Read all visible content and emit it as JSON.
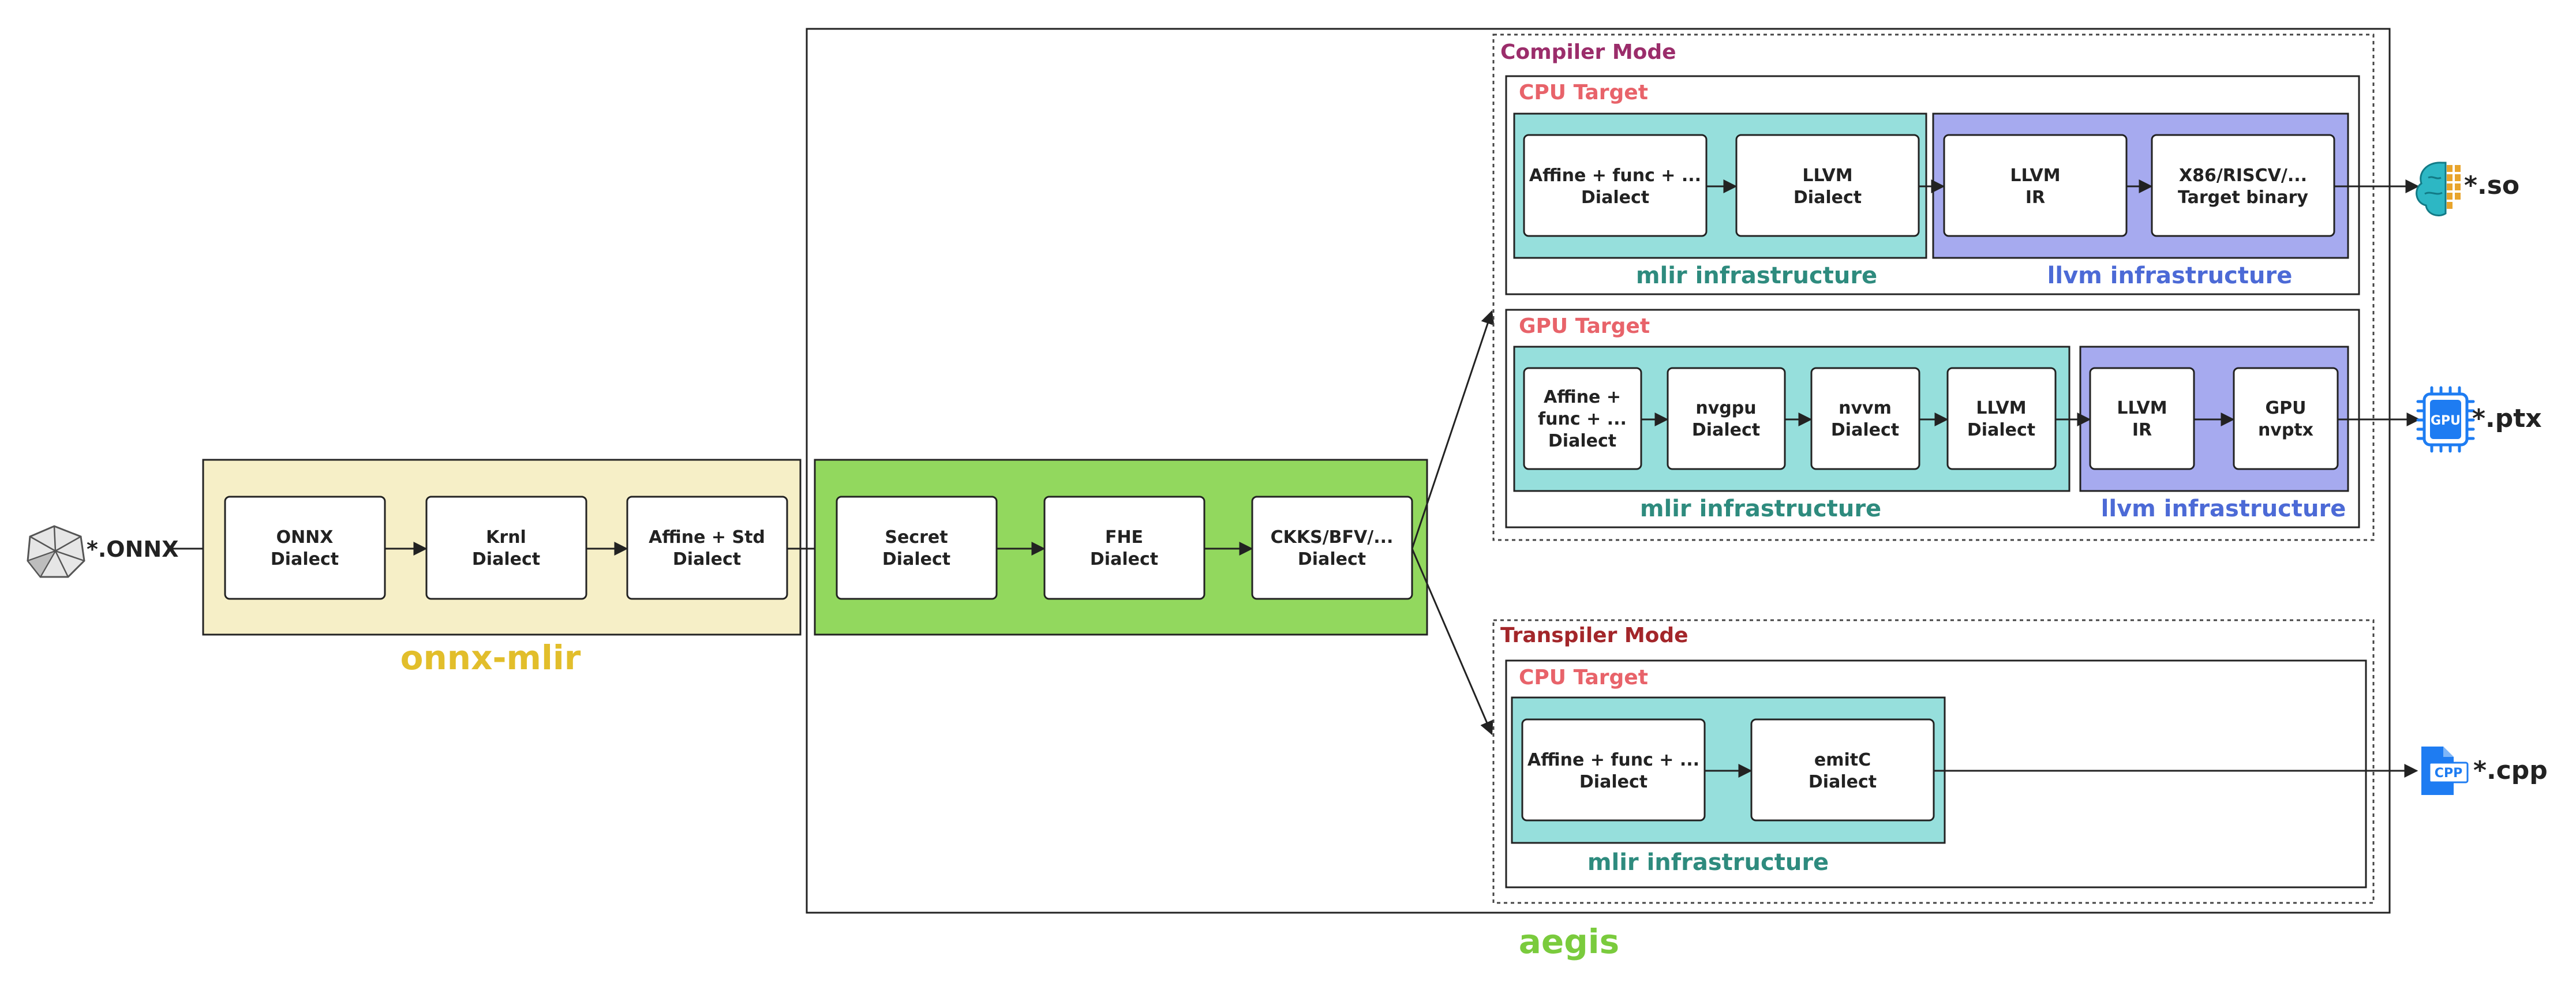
{
  "input": {
    "label": "*.ONNX",
    "icon": "onnx-model-icon"
  },
  "onnx_mlir": {
    "label": "onnx-mlir",
    "color": "#E2BE2B",
    "fill": "#F6EFC7",
    "nodes": [
      {
        "line1": "ONNX",
        "line2": "Dialect"
      },
      {
        "line1": "Krnl",
        "line2": "Dialect"
      },
      {
        "line1": "Affine + Std",
        "line2": "Dialect"
      }
    ]
  },
  "aegis": {
    "label": "aegis",
    "color": "#7ACB3D",
    "fill": "#92D85E",
    "nodes": [
      {
        "line1": "Secret",
        "line2": "Dialect"
      },
      {
        "line1": "FHE",
        "line2": "Dialect"
      },
      {
        "line1": "CKKS/BFV/...",
        "line2": "Dialect"
      }
    ]
  },
  "compiler_mode": {
    "label": "Compiler Mode",
    "color": "#9B2D6B",
    "cpu_target": {
      "label": "CPU Target",
      "mlir_label": "mlir infrastructure",
      "llvm_label": "llvm infrastructure",
      "nodes": [
        {
          "line1": "Affine + func + ...",
          "line2": "Dialect"
        },
        {
          "line1": "LLVM",
          "line2": "Dialect"
        },
        {
          "line1": "LLVM",
          "line2": "IR"
        },
        {
          "line1": "X86/RISCV/...",
          "line2": "Target binary"
        }
      ],
      "output": {
        "label": "*.so",
        "icon": "brain-binary-icon"
      }
    },
    "gpu_target": {
      "label": "GPU Target",
      "mlir_label": "mlir infrastructure",
      "llvm_label": "llvm infrastructure",
      "nodes": [
        {
          "line1": "Affine +",
          "line2": "func + ...",
          "line3": "Dialect"
        },
        {
          "line1": "nvgpu",
          "line2": "Dialect"
        },
        {
          "line1": "nvvm",
          "line2": "Dialect"
        },
        {
          "line1": "LLVM",
          "line2": "Dialect"
        },
        {
          "line1": "LLVM",
          "line2": "IR"
        },
        {
          "line1": "GPU",
          "line2": "nvptx"
        }
      ],
      "output": {
        "label": "*.ptx",
        "icon": "gpu-chip-icon",
        "chip_text": "GPU"
      }
    }
  },
  "transpiler_mode": {
    "label": "Transpiler Mode",
    "color": "#A3262A",
    "cpu_target": {
      "label": "CPU Target",
      "mlir_label": "mlir infrastructure",
      "nodes": [
        {
          "line1": "Affine + func + ...",
          "line2": "Dialect"
        },
        {
          "line1": "emitC",
          "line2": "Dialect"
        }
      ],
      "output": {
        "label": "*.cpp",
        "icon": "cpp-file-icon",
        "file_text": "CPP"
      }
    }
  },
  "colors": {
    "target_label": "#E8636A",
    "mlir_fill": "#96DFDC",
    "mlir_text": "#2E8B7E",
    "llvm_fill": "#A6AAEF",
    "llvm_text": "#4C6AD6",
    "icon_blue": "#1E7CF2"
  }
}
